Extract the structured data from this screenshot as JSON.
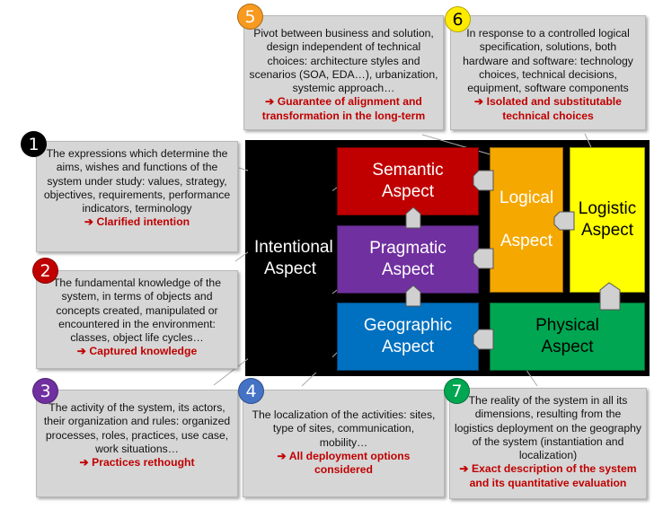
{
  "aspects": {
    "intentional": "Intentional Aspect",
    "semantic": "Semantic Aspect",
    "pragmatic": "Pragmatic Aspect",
    "geographic": "Geographic Aspect",
    "logical": "Logical Aspect",
    "logistic": "Logistic Aspect",
    "physical": "Physical Aspect"
  },
  "callouts": [
    {
      "num": "1",
      "text": "The expressions which determine the aims, wishes and functions of the system under study: values, strategy, objectives, requirements, performance indicators, terminology",
      "result": "➔ Clarified intention",
      "color": "#000000"
    },
    {
      "num": "2",
      "text": "The fundamental knowledge of the system, in terms of objects and concepts created, manipulated or encountered in the environment: classes, object life cycles…",
      "result": "➔ Captured knowledge",
      "color": "#c00000"
    },
    {
      "num": "3",
      "text": "The activity of the system, its actors, their organization and rules: organized processes, roles, practices, use case, work situations…",
      "result": "➔ Practices rethought",
      "color": "#7030a0"
    },
    {
      "num": "4",
      "text": "The localization of the activities: sites, type of sites, communication, mobility…",
      "result": "➔ All deployment options considered",
      "color": "#4472c4"
    },
    {
      "num": "5",
      "text": "Pivot between business and solution, design independent of technical choices: architecture styles and scenarios (SOA, EDA…), urbanization, systemic approach…",
      "result": "➔ Guarantee of alignment and transformation in the long-term",
      "color": "#f79a1f"
    },
    {
      "num": "6",
      "text": "In response to a controlled logical specification, solutions, both hardware and software: technology choices, technical decisions, equipment, software components",
      "result": "➔ Isolated and substitutable technical choices",
      "color": "#ffeb00"
    },
    {
      "num": "7",
      "text": "The reality of the system in all its dimensions, resulting from the logistics deployment on the geography of the system (instantiation and localization)",
      "result": "➔ Exact description of the system and its quantitative evaluation",
      "color": "#00a651"
    }
  ]
}
